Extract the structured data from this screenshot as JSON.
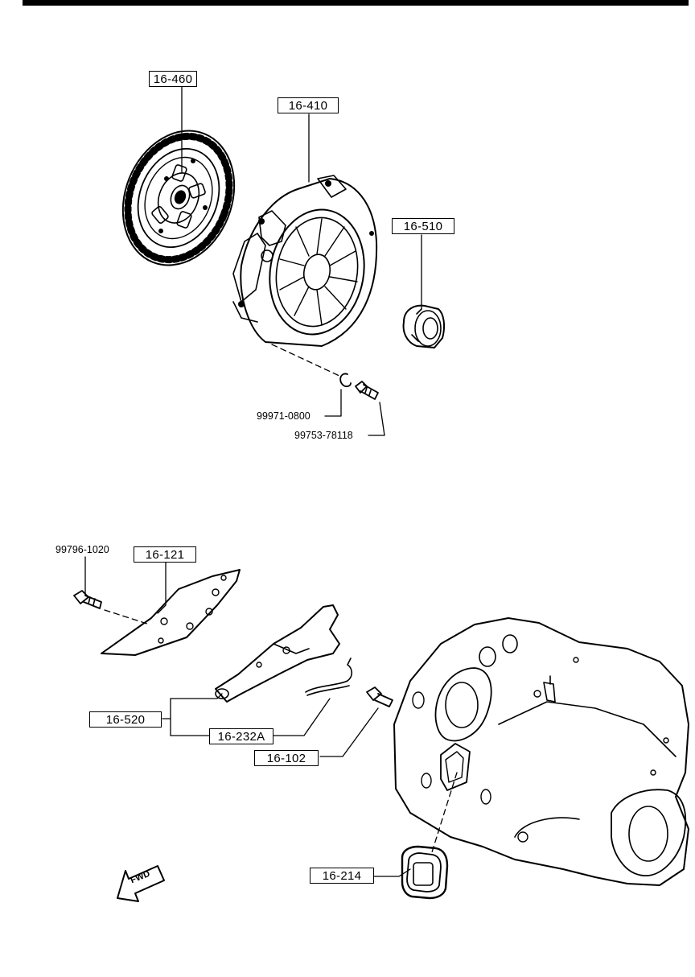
{
  "parts": {
    "clutch_disc": "16-460",
    "clutch_cover": "16-410",
    "release_bearing": "16-510",
    "washer": "99971-0800",
    "cover_bolt": "99753-78118",
    "bolt_top": "99796-1020",
    "plate": "16-121",
    "release_fork_group": "16-520",
    "spring_clip": "16-232A",
    "pivot_bolt": "16-102",
    "boot": "16-214"
  },
  "fwd_label": "FWD"
}
